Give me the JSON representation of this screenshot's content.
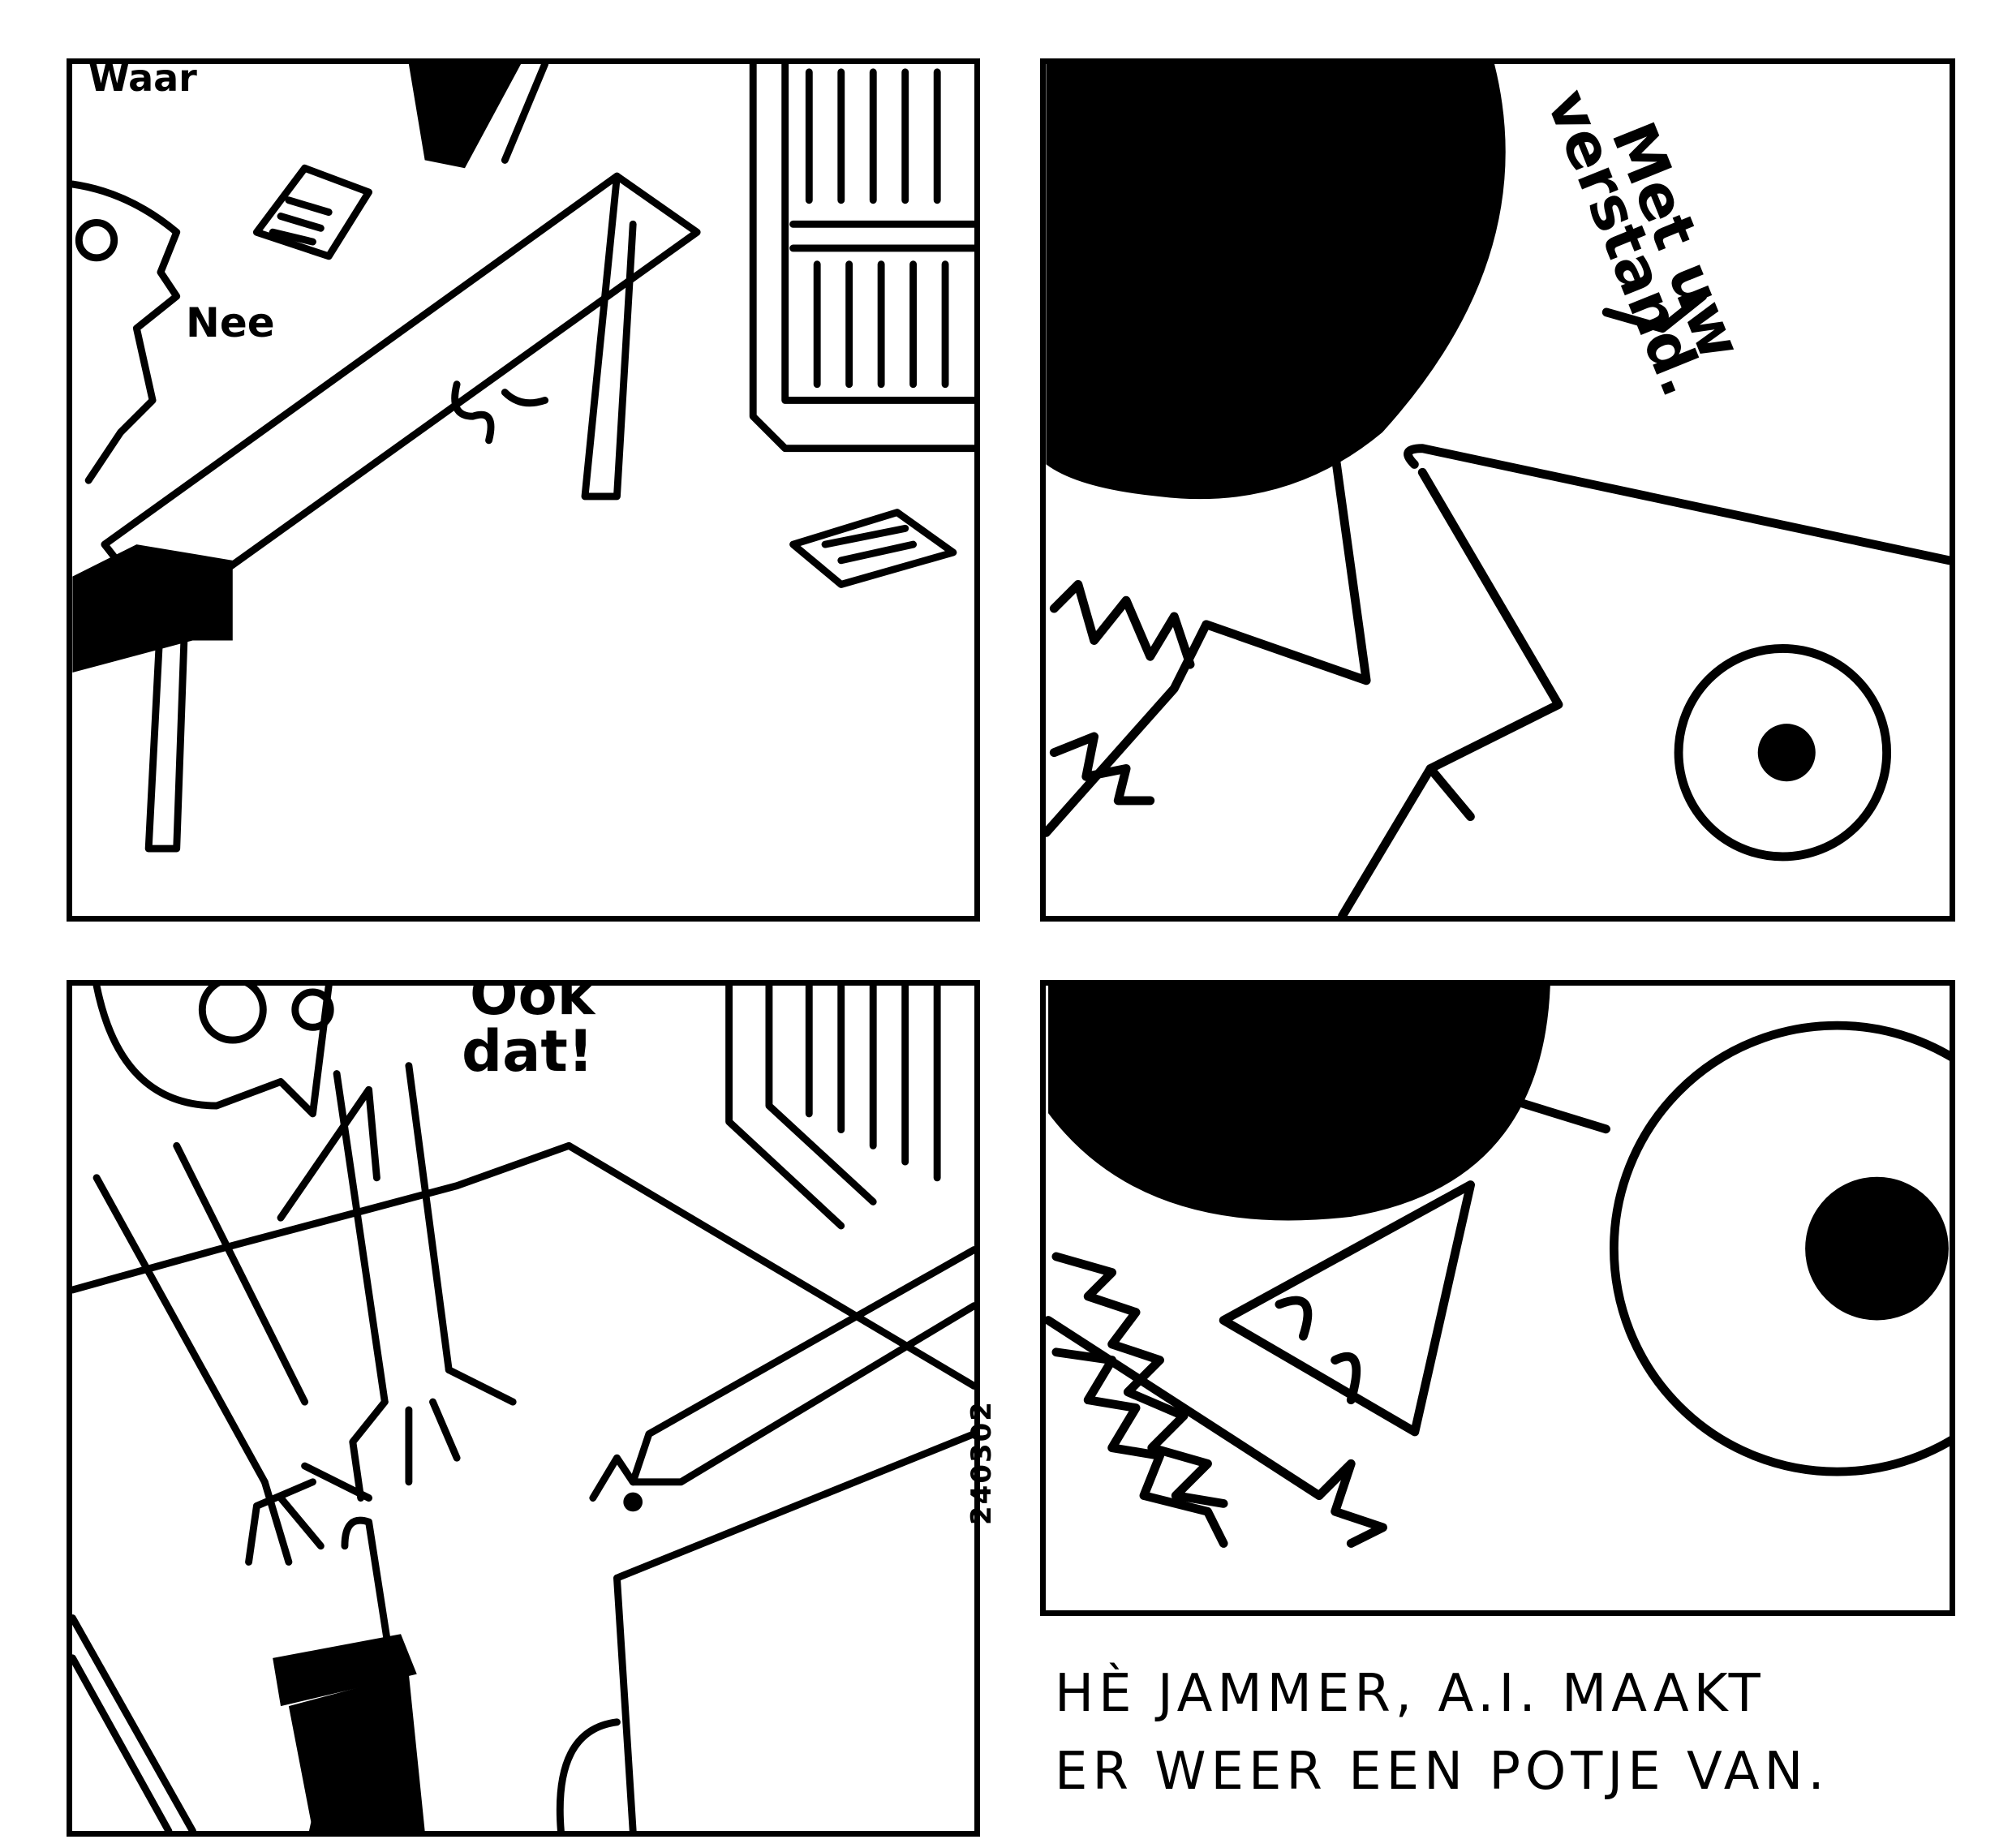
{
  "panels": [
    {
      "id": "panel-1",
      "speech": [
        "Waar",
        "Nee"
      ]
    },
    {
      "id": "panel-2",
      "speech": [
        "Met uw",
        "verstand."
      ]
    },
    {
      "id": "panel-3",
      "speech": [
        "Ook",
        "dat!"
      ]
    },
    {
      "id": "panel-4",
      "speech": []
    }
  ],
  "caption": {
    "line1": "HÈ JAMMER, A.I. MAAKT",
    "line2": "ER WEER EEN POTJE VAN."
  },
  "date_stamp": "240302"
}
